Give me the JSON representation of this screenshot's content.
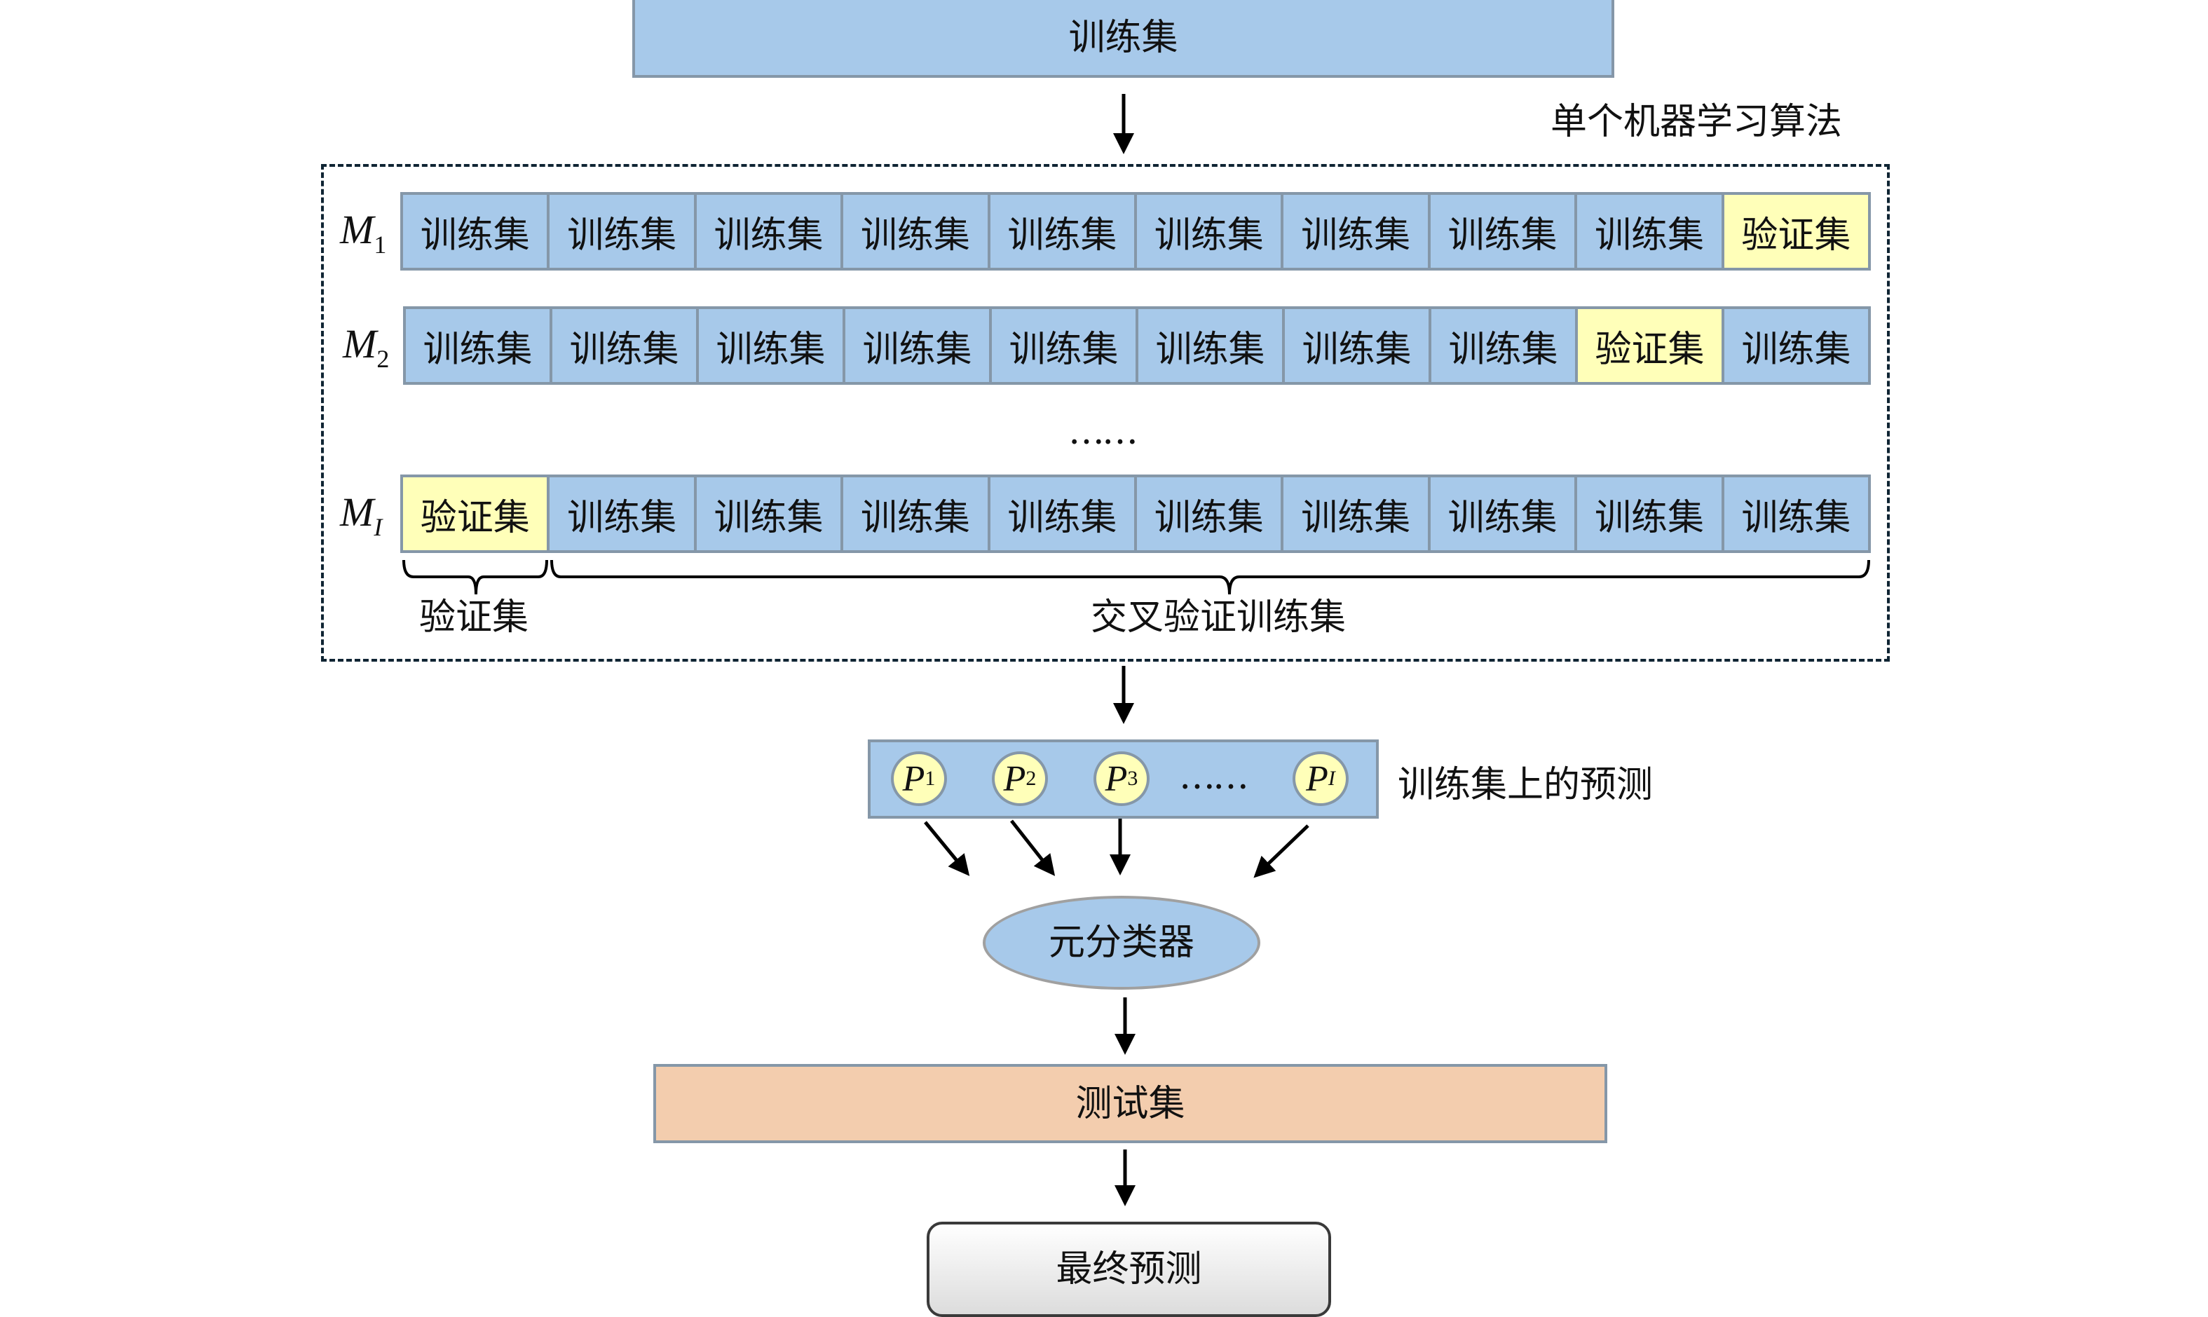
{
  "nodes": {
    "training_set": "训练集",
    "algorithm_label": "单个机器学习算法",
    "ellipsis": "……",
    "validation_label": "验证集",
    "cv_training_label": "交叉验证训练集",
    "predictions_label": "训练集上的预测",
    "meta_classifier": "元分类器",
    "test_set": "测试集",
    "final_prediction": "最终预测"
  },
  "cell_labels": {
    "train": "训练集",
    "validation": "验证集"
  },
  "folds": [
    {
      "model": "M",
      "subscript": "1",
      "subscript_italic": false,
      "validation_index": 9
    },
    {
      "model": "M",
      "subscript": "2",
      "subscript_italic": false,
      "validation_index": 8
    },
    {
      "model": "M",
      "subscript": "I",
      "subscript_italic": true,
      "validation_index": 0
    }
  ],
  "fold_count": 10,
  "predictions": [
    {
      "symbol": "P",
      "subscript": "1",
      "subscript_italic": false
    },
    {
      "symbol": "P",
      "subscript": "2",
      "subscript_italic": false
    },
    {
      "symbol": "P",
      "subscript": "3",
      "subscript_italic": false
    },
    {
      "symbol": "P",
      "subscript": "I",
      "subscript_italic": true
    }
  ],
  "predictions_ellipsis": "……",
  "colors": {
    "train_fill": "#a7c9ea",
    "validation_fill": "#ffffb9",
    "test_fill": "#f3cdae",
    "border": "#8597a8"
  }
}
